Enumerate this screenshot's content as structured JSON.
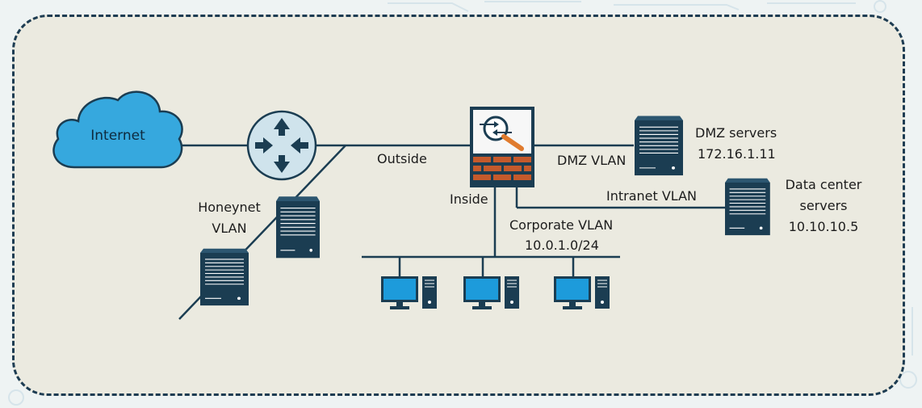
{
  "colors": {
    "background": "#ebeae0",
    "border": "#1d3c52",
    "device": "#1b3d52",
    "cloud": "#36a8de",
    "router": "#cfe3ec",
    "monitor": "#1d9bdb",
    "firewall_brick": "#c45a2c",
    "magnifier_handle": "#e07b2e"
  },
  "cloud": {
    "label": "Internet",
    "icon": "cloud-icon"
  },
  "router": {
    "icon": "router-icon"
  },
  "firewall": {
    "icon": "firewall-icon"
  },
  "labels": {
    "outside": "Outside",
    "inside": "Inside",
    "honeynet_line1": "Honeynet",
    "honeynet_line2": "VLAN",
    "dmz_vlan": "DMZ VLAN",
    "dmz_servers": "DMZ servers",
    "dmz_ip": "172.16.1.11",
    "intranet_vlan": "Intranet VLAN",
    "datacenter_line1": "Data center",
    "datacenter_line2": "servers",
    "datacenter_ip": "10.10.10.5",
    "corporate_vlan": "Corporate VLAN",
    "corporate_subnet": "10.0.1.0/24"
  },
  "workstations": [
    {
      "icon": "workstation-icon"
    },
    {
      "icon": "workstation-icon"
    },
    {
      "icon": "workstation-icon"
    }
  ]
}
